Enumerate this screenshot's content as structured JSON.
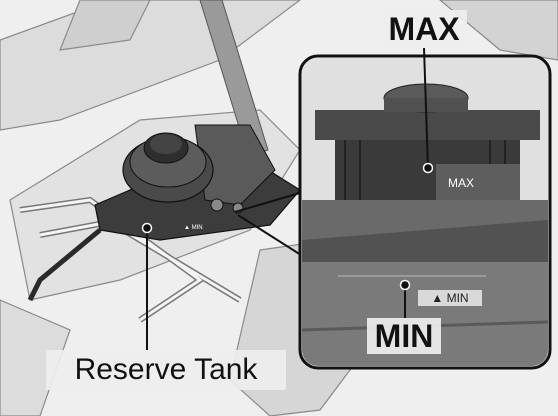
{
  "labels": {
    "max": "MAX",
    "min": "MIN",
    "reserve_tank": "Reserve Tank"
  },
  "marks": {
    "max_engraving": "MAX",
    "min_engraving": "▲ MIN",
    "min_engraving_small": "▲ MIN"
  },
  "colors": {
    "line_art": "#1a1a1a",
    "tank_dark": "#3f3f3f",
    "background_light": "#e6e6e6",
    "label_background": "#eeeeee"
  }
}
